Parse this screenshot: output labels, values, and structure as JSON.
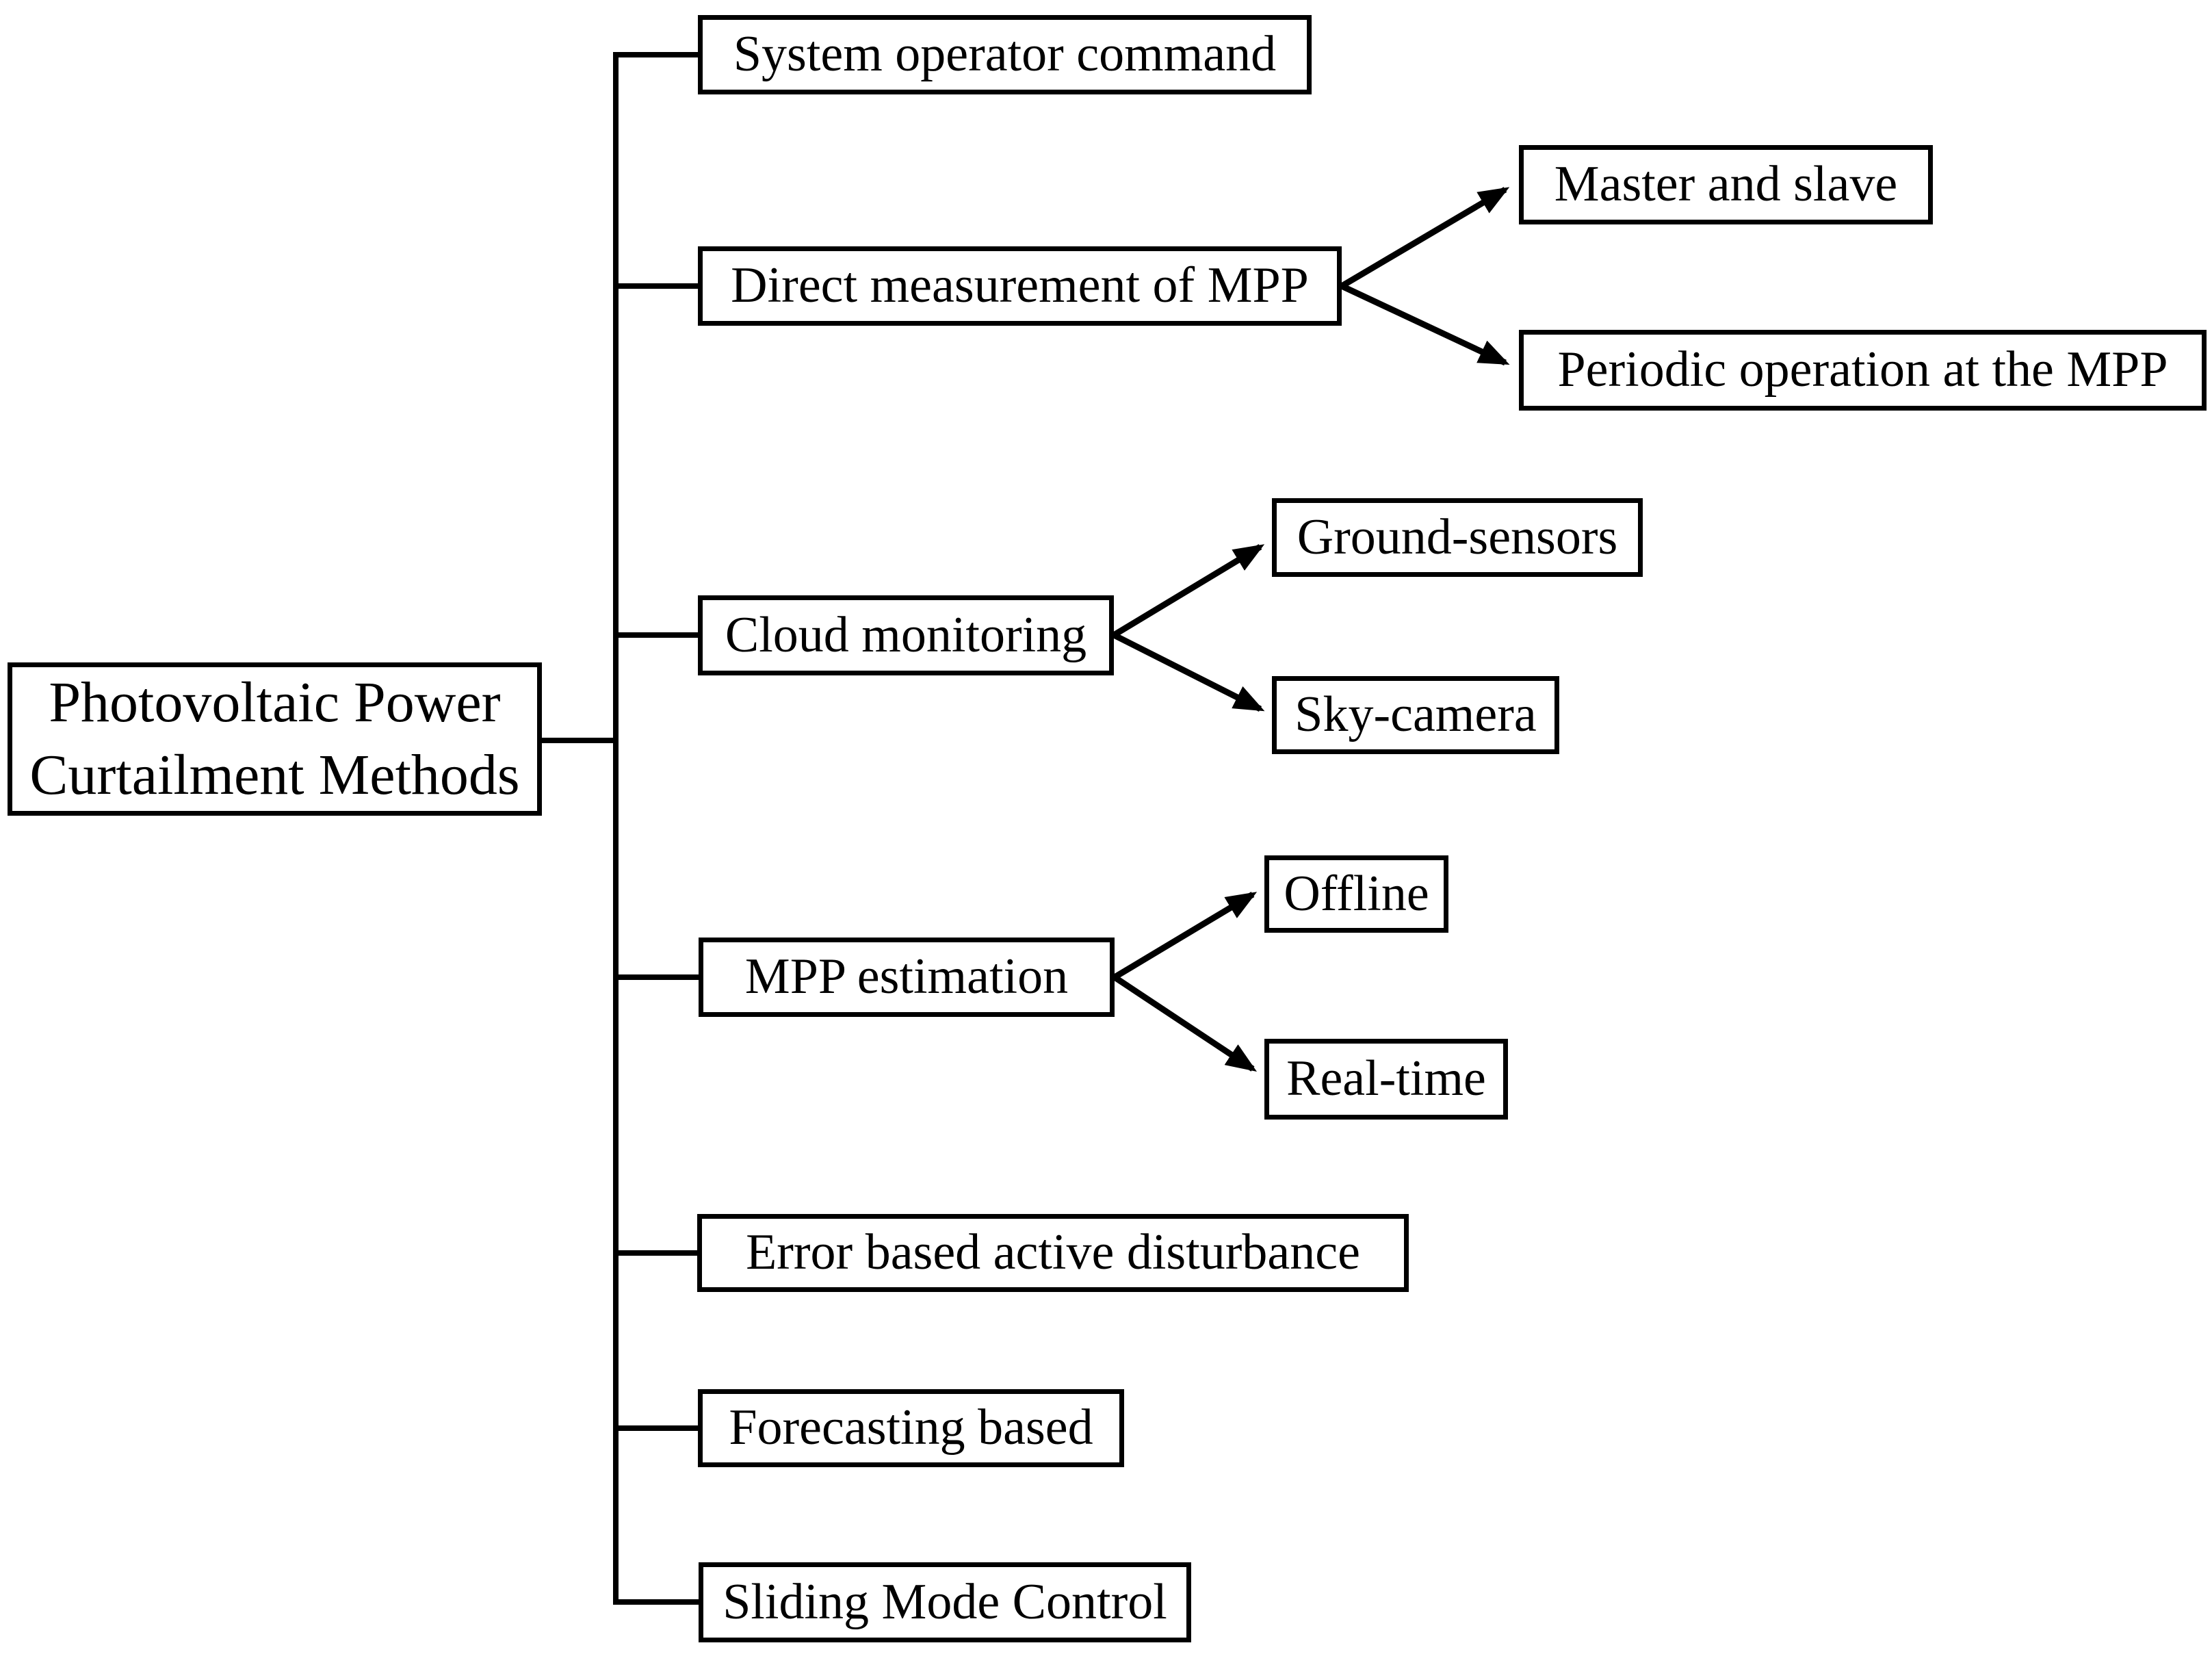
{
  "diagram": {
    "title": "Photovoltaic Power Curtailment Methods tree diagram",
    "type": "tree",
    "colors": {
      "background": "#ffffff",
      "line": "#000000",
      "box_border": "#000000",
      "text": "#000000"
    },
    "root": {
      "label": "Photovoltaic Power Curtailment Methods",
      "lines": [
        "Photovoltaic Power",
        "Curtailment Methods"
      ]
    },
    "branches": [
      {
        "label": "System operator command",
        "children": []
      },
      {
        "label": "Direct measurement of MPP",
        "children": [
          "Master and slave",
          "Periodic operation at the MPP"
        ]
      },
      {
        "label": "Cloud monitoring",
        "children": [
          "Ground-sensors",
          "Sky-camera"
        ]
      },
      {
        "label": "MPP estimation",
        "children": [
          "Offline",
          "Real-time"
        ]
      },
      {
        "label": "Error based active disturbance",
        "children": []
      },
      {
        "label": "Forecasting based",
        "children": []
      },
      {
        "label": "Sliding Mode Control",
        "children": []
      }
    ]
  }
}
